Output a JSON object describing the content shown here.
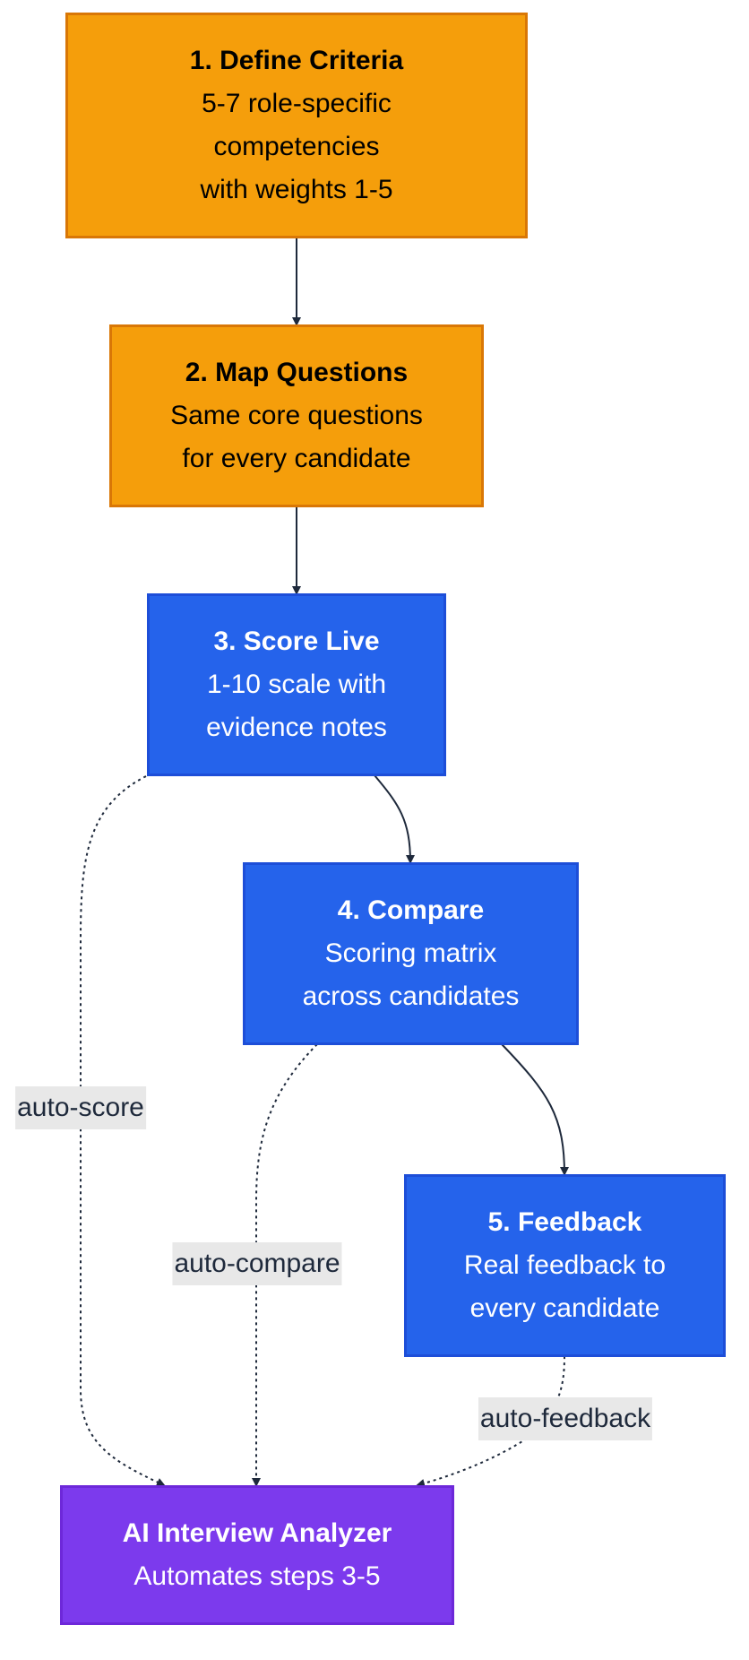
{
  "colors": {
    "criteria_fill": "#f59e0b",
    "criteria_border": "#d97706",
    "process_fill": "#2563eb",
    "process_border": "#1d4ed8",
    "analyzer_fill": "#7c3aed",
    "analyzer_border": "#6d28d9",
    "edge_color": "#1e293b",
    "label_background": "#e8e8e8"
  },
  "nodes": {
    "define_criteria": {
      "title": "1. Define Criteria",
      "lines": [
        "5-7 role-specific",
        "competencies",
        "with weights 1-5"
      ]
    },
    "map_questions": {
      "title": "2. Map Questions",
      "lines": [
        "Same core questions",
        "for every candidate"
      ]
    },
    "score_live": {
      "title": "3. Score Live",
      "lines": [
        "1-10 scale with",
        "evidence notes"
      ]
    },
    "compare": {
      "title": "4. Compare",
      "lines": [
        "Scoring matrix",
        "across candidates"
      ]
    },
    "feedback": {
      "title": "5. Feedback",
      "lines": [
        "Real feedback to",
        "every candidate"
      ]
    },
    "analyzer": {
      "title": "AI Interview Analyzer",
      "lines": [
        "Automates steps 3-5"
      ]
    }
  },
  "edges": {
    "auto_score": "auto-score",
    "auto_compare": "auto-compare",
    "auto_feedback": "auto-feedback"
  }
}
